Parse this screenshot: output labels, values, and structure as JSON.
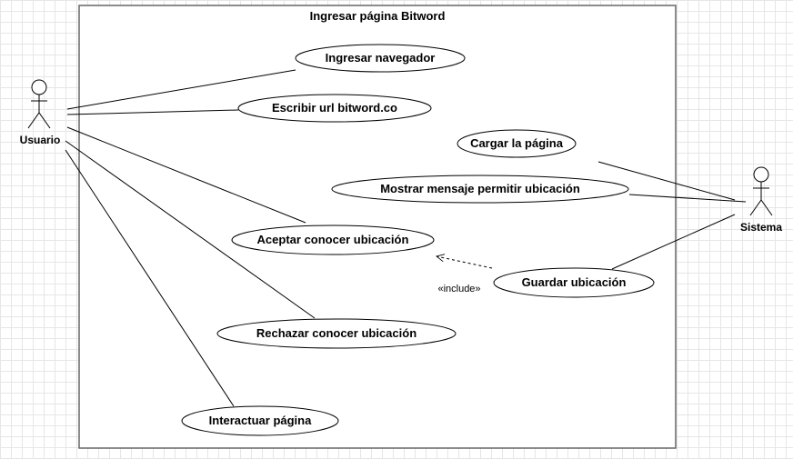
{
  "system": {
    "title": "Ingresar página Bitword"
  },
  "actors": {
    "usuario": {
      "label": "Usuario"
    },
    "sistema": {
      "label": "Sistema"
    }
  },
  "use_cases": {
    "ingresar_navegador": "Ingresar navegador",
    "escribir_url": "Escribir url bitword.co",
    "cargar_pagina": "Cargar la página",
    "mostrar_mensaje": "Mostrar mensaje permitir ubicación",
    "aceptar_ubicacion": "Aceptar conocer ubicación",
    "guardar_ubicacion": "Guardar ubicación",
    "rechazar_ubicacion": "Rechazar conocer ubicación",
    "interactuar_pagina": "Interactuar página"
  },
  "relationships": {
    "include_label": "«include»"
  },
  "colors": {
    "stroke": "#000000",
    "boundary": "#666666",
    "fill": "#ffffff"
  }
}
